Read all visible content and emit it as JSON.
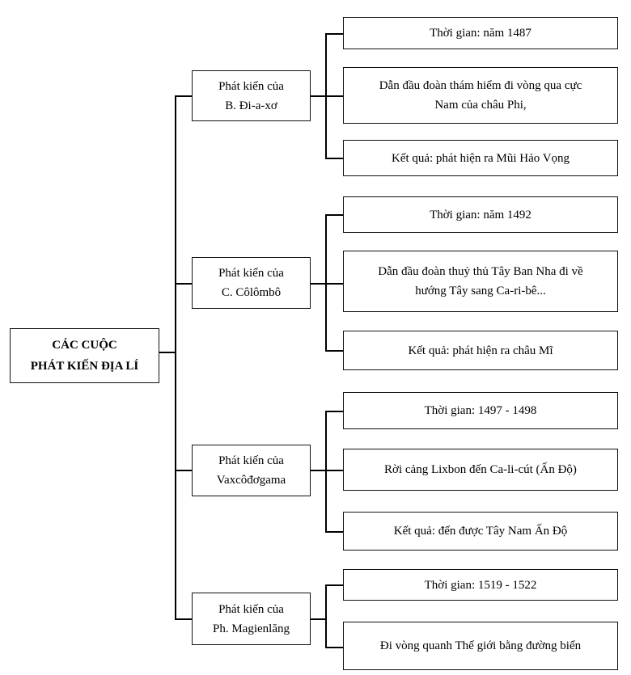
{
  "root": {
    "line1": "CÁC CUỘC",
    "line2": "PHÁT KIẾN ĐỊA LÍ"
  },
  "groups": [
    {
      "title": {
        "line1": "Phát kiến của",
        "line2": "B. Đi-a-xơ"
      },
      "details": [
        {
          "line1": "Thời gian: năm 1487"
        },
        {
          "line1": "Dẫn đầu đoàn thám hiểm đi vòng qua cực",
          "line2": "Nam của châu Phi,"
        },
        {
          "line1": "Kết quả: phát hiện ra Mũi Hảo Vọng"
        }
      ]
    },
    {
      "title": {
        "line1": "Phát kiến của",
        "line2": "C. Côlômbô"
      },
      "details": [
        {
          "line1": "Thời gian: năm 1492"
        },
        {
          "line1": "Dẫn đầu đoàn thuỷ thủ Tây Ban Nha đi về",
          "line2": "hướng Tây sang Ca-ri-bê..."
        },
        {
          "line1": "Kết quả: phát hiện ra châu Mĩ"
        }
      ]
    },
    {
      "title": {
        "line1": "Phát kiến của",
        "line2": "Vaxcôđơgama"
      },
      "details": [
        {
          "line1": "Thời gian: 1497 - 1498"
        },
        {
          "line1": "Rời cảng Lixbon đến Ca-li-cút (Ấn Độ)"
        },
        {
          "line1": "Kết quả: đến được Tây Nam Ấn Độ"
        }
      ]
    },
    {
      "title": {
        "line1": "Phát kiến của",
        "line2": "Ph. Magienlăng"
      },
      "details": [
        {
          "line1": "Thời gian: 1519 - 1522"
        },
        {
          "line1": "Đi vòng quanh Thế giới bằng đường biển"
        }
      ]
    }
  ]
}
